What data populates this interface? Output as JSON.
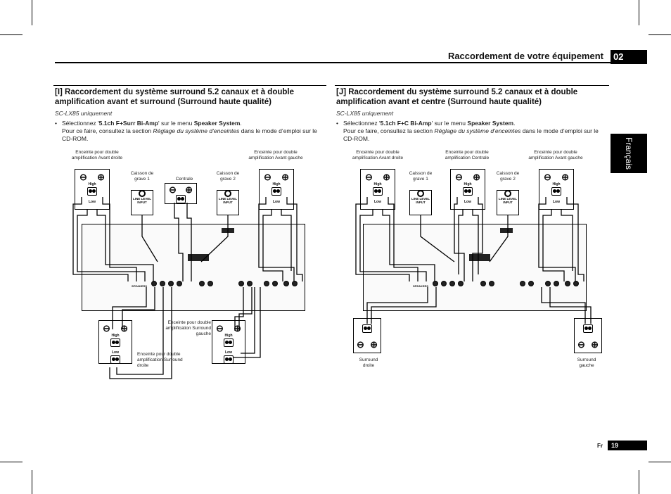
{
  "header": {
    "title": "Raccordement de votre équipement",
    "chapter": "02",
    "language_tab": "Français"
  },
  "section_i": {
    "title": "[I] Raccordement du système surround 5.2 canaux et à double amplification avant et surround (Surround haute qualité)",
    "model_note": "SC-LX85 uniquement",
    "bullet_pre": "Sélectionnez '",
    "bullet_setting": "5.1ch F+Surr Bi-Amp",
    "bullet_mid": "' sur le menu ",
    "bullet_menu": "Speaker System",
    "bullet_post": ".",
    "bullet_line2_pre": "Pour ce faire, consultez la section ",
    "bullet_line2_ref": "Réglage du système d’enceintes",
    "bullet_line2_post": " dans le mode d’emploi sur le CD-ROM.",
    "labels": {
      "front_right": "Enceinte pour double amplification Avant droite",
      "sub1": "Caisson de grave 1",
      "center": "Centrale",
      "sub2": "Caisson de grave 2",
      "front_left": "Enceinte pour double amplification Avant gauche",
      "surround_left": "Enceinte pour double amplification Surround gauche",
      "surround_right": "Enceinte pour double amplification Surround droite"
    }
  },
  "section_j": {
    "title": "[J] Raccordement du système surround 5.2 canaux et à double amplification avant et centre (Surround haute qualité)",
    "model_note": "SC-LX85 uniquement",
    "bullet_pre": "Sélectionnez '",
    "bullet_setting": "5.1ch F+C Bi-Amp",
    "bullet_mid": "' sur le menu ",
    "bullet_menu": "Speaker System",
    "bullet_post": ".",
    "bullet_line2_pre": "Pour ce faire, consultez la section ",
    "bullet_line2_ref": "Réglage du système d’enceintes",
    "bullet_line2_post": " dans le mode d’emploi sur le CD-ROM.",
    "labels": {
      "front_right": "Enceinte pour double amplification Avant droite",
      "sub1": "Caisson de grave 1",
      "center": "Enceinte pour double amplification Centrale",
      "sub2": "Caisson de grave 2",
      "front_left": "Enceinte pour double amplification Avant gauche",
      "surround_right": "Surround droite",
      "surround_left": "Surround gauche"
    }
  },
  "speaker_terms": {
    "high": "High",
    "low": "Low",
    "minus": "⊖",
    "plus": "⊕"
  },
  "sub_input": "LINE LEVEL INPUT",
  "receiver": {
    "speakers_label": "SPEAKERS"
  },
  "footer": {
    "lang": "Fr",
    "page": "19"
  }
}
